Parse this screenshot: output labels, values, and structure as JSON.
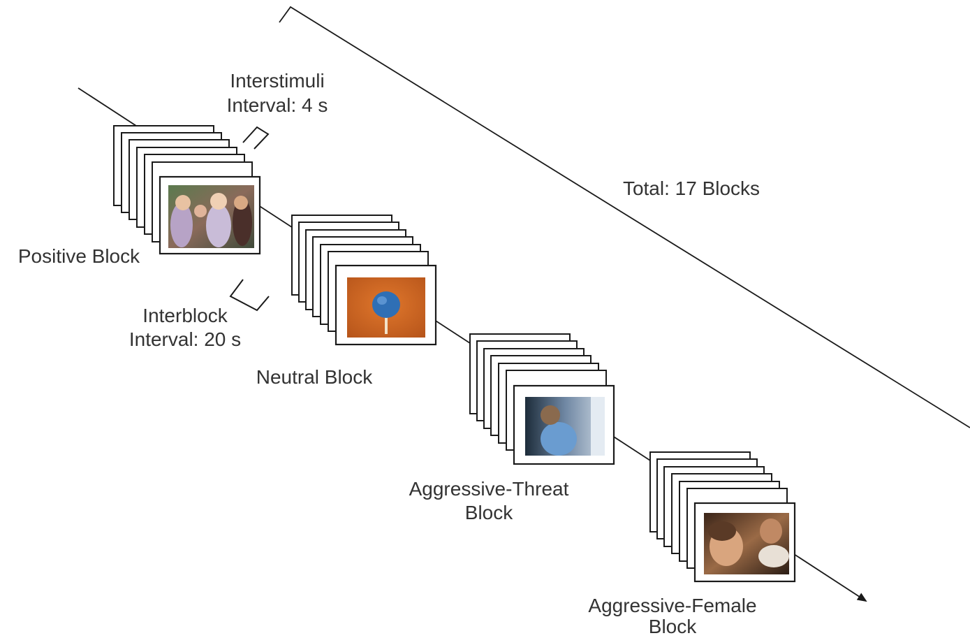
{
  "labels": {
    "interstimuli_line1": "Interstimuli",
    "interstimuli_line2": "Interval: 4 s",
    "interblock_line1": "Interblock",
    "interblock_line2": "Interval: 20 s",
    "total": "Total: 17 Blocks"
  },
  "blocks": [
    {
      "label_lines": [
        "Positive Block"
      ],
      "image": "crowd-photo"
    },
    {
      "label_lines": [
        "Neutral Block"
      ],
      "image": "blue-object-photo"
    },
    {
      "label_lines": [
        "Aggressive-Threat",
        "Block"
      ],
      "image": "threat-photo"
    },
    {
      "label_lines": [
        "Aggressive-Female",
        "Block"
      ],
      "image": "female-photo"
    }
  ],
  "colors": {
    "line": "#1a1a1a",
    "text": "#333333"
  }
}
